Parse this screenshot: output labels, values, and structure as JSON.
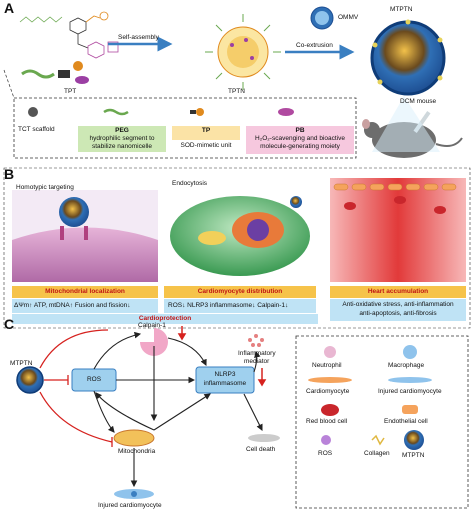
{
  "panels": {
    "a": "A",
    "b": "B",
    "c": "C"
  },
  "panel_a": {
    "tpt": "TPT",
    "tptn": "TPTN",
    "mtptn": "MTPTN",
    "ommv": "OMMV",
    "self_assembly": "Self-assembly",
    "co_extrusion": "Co-extrusion",
    "dcm_mouse": "DCM mouse",
    "tct_scaffold": "TCT scaffold",
    "peg_title": "PEG",
    "peg_desc": "hydrophilic segment to stabilize nanomicelle",
    "tp_title": "TP",
    "tp_desc": "SOD-mimetic unit",
    "pb_title": "PB",
    "pb_desc_1": "H₂O₂-scavenging and bioactive",
    "pb_desc_2": "molecule-generating moiety"
  },
  "panel_b": {
    "homotypic": "Homotypic targeting",
    "endocytosis": "Endocytosis",
    "mito_loc": "Mitochondrial localization",
    "cardio_dist": "Cardiomyocyte distribution",
    "heart_acc": "Heart accumulation",
    "eff1": "ΔΨm↑ ATP, mtDNA↑ Fusion and fission↓",
    "eff2": "ROS↓ NLRP3 inflammasome↓ Calpain-1↓",
    "eff3a": "Anti-oxidative stress, anti-inflammation",
    "eff3b": "anti-apoptosis, anti-fibrosis",
    "cardioprotection": "Cardioprotection"
  },
  "panel_c": {
    "mtptn": "MTPTN",
    "ros": "ROS",
    "calpain": "Calpain-1",
    "nlrp3_1": "NLRP3",
    "nlrp3_2": "inflammasome",
    "inflam_1": "Inflammatory",
    "inflam_2": "mediator",
    "mito": "Mitochondria",
    "cell_death": "Cell death",
    "injured": "Injured cardiomyocyte"
  },
  "legend": {
    "neutrophil": "Neutrophil",
    "macrophage": "Macrophage",
    "cardiomyocyte": "Cardiomyocyte",
    "injured": "Injured cardiomyocyte",
    "rbc": "Red blood cell",
    "endothelial": "Endothelial cell",
    "ros": "ROS",
    "collagen": "Collagen",
    "mtptn": "MTPTN"
  },
  "colors": {
    "yellow_bar": "#f6c34a",
    "blue_bar": "#bfe3f5",
    "peg_box": "#cde8b5",
    "tp_box": "#fbe3a6",
    "pb_box": "#f6c8de",
    "red": "#d6221f",
    "node_blue": "#9fd0ee"
  }
}
